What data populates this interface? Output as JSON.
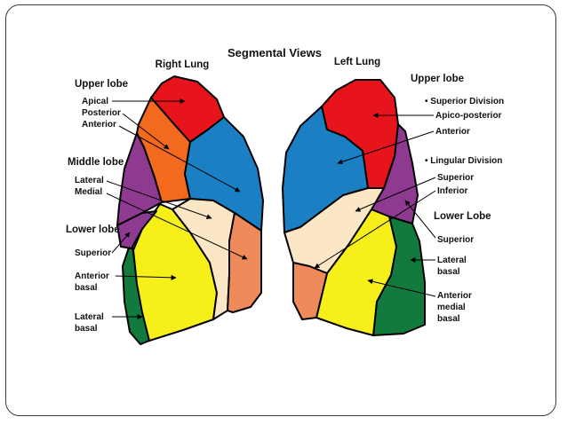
{
  "title": "Segmental Views",
  "colors": {
    "red": "#e8141c",
    "orange": "#f36a1e",
    "blue": "#1b7fc4",
    "purple": "#8e3a91",
    "peach": "#fbe7c5",
    "salmon": "#ef8b5b",
    "yellow": "#f7ef19",
    "green": "#137a3e"
  },
  "right_lung": {
    "heading": "Right Lung",
    "upper_lobe": "Upper lobe",
    "apical": "Apical",
    "posterior": "Posterior",
    "anterior": "Anterior",
    "middle_lobe": "Middle lobe",
    "lateral": "Lateral",
    "medial": "Medial",
    "lower_lobe": "Lower lobe",
    "superior": "Superior",
    "anterior_basal_1": "Anterior",
    "anterior_basal_2": "basal",
    "lateral_basal_1": "Lateral",
    "lateral_basal_2": "basal"
  },
  "left_lung": {
    "heading": "Left Lung",
    "upper_lobe": "Upper lobe",
    "superior_division": "• Superior Division",
    "apico_posterior": "Apico-posterior",
    "anterior": "Anterior",
    "lingular_division": "• Lingular Division",
    "superior_ling": "Superior",
    "inferior_ling": "Inferior",
    "lower_lobe": "Lower Lobe",
    "superior": "Superior",
    "lateral_basal_1": "Lateral",
    "lateral_basal_2": "basal",
    "anterior_medial_basal_1": "Anterior",
    "anterior_medial_basal_2": "medial",
    "anterior_medial_basal_3": "basal"
  }
}
